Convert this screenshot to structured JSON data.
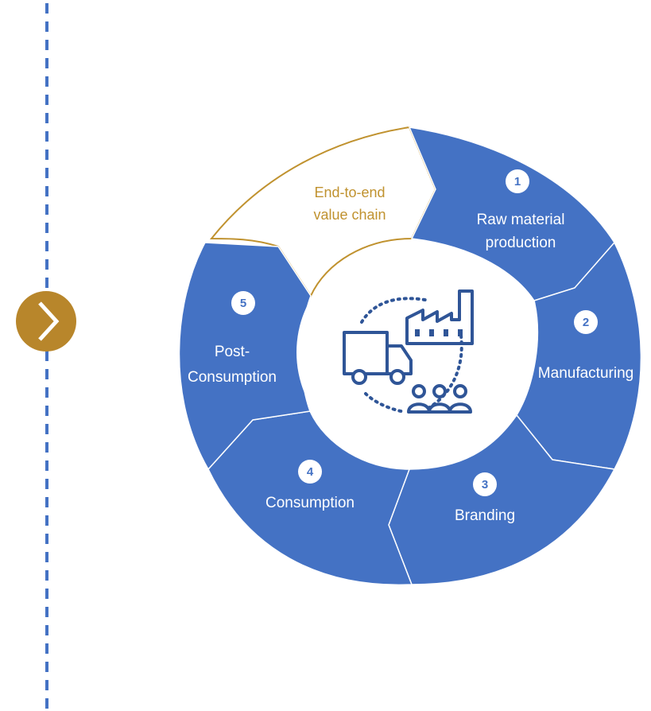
{
  "colors": {
    "segment_fill": "#4472C4",
    "highlight_outline": "#C0922F",
    "chevron": "#B8862B",
    "dashed_line": "#4472C4",
    "icon": "#2F5597"
  },
  "top_segment": {
    "line1": "End-to-end",
    "line2": "value chain"
  },
  "segments": [
    {
      "number": "1",
      "line1": "Raw material",
      "line2": "production"
    },
    {
      "number": "2",
      "line1": "Manufacturing",
      "line2": ""
    },
    {
      "number": "3",
      "line1": "Branding",
      "line2": ""
    },
    {
      "number": "4",
      "line1": "Consumption",
      "line2": ""
    },
    {
      "number": "5",
      "line1": "Post-",
      "line2": "Consumption"
    }
  ],
  "center_icon": "supply-chain-icon",
  "side_icon": "chevron-right-icon"
}
